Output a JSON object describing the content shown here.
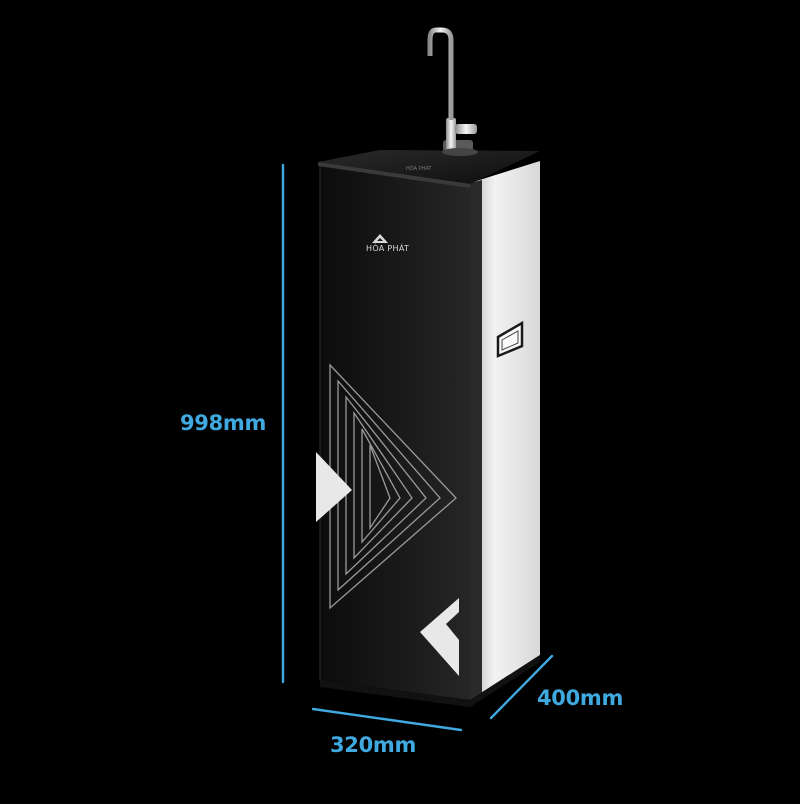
{
  "product": {
    "brand": "HÒA PHÁT",
    "name": "water-purifier",
    "body_color": "#1b1b1b",
    "side_color": "#e6e6e6",
    "accent_color": "#3fa9e0"
  },
  "dimensions": {
    "height_label": "998mm",
    "depth_label": "400mm",
    "width_label": "320mm"
  }
}
